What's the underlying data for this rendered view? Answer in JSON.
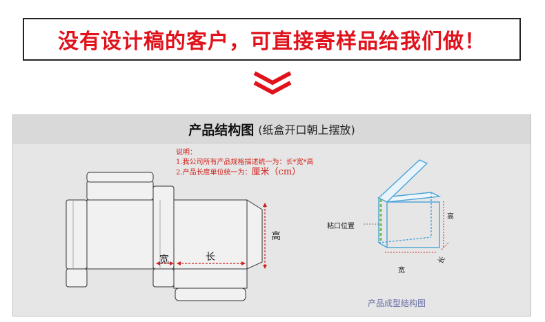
{
  "banner": {
    "text": "没有设计稿的客户，可直接寄样品给我们做！",
    "color": "#e0121c"
  },
  "panel": {
    "title": "产品结构图",
    "subtitle": "(纸盒开口朝上摆放)",
    "notes": {
      "heading": "说明：",
      "line1": "1.我公司所有产品规格描述统一为：长*宽*高",
      "line2_prefix": "2.产品长度单位统一为：",
      "line2_unit": "厘米（cm）"
    },
    "labels": {
      "width": "宽",
      "length": "长",
      "height": "高",
      "glue": "粘口位置",
      "box_height": "高",
      "box_length": "长",
      "box_width": "宽"
    },
    "caption": "产品成型结构图"
  },
  "colors": {
    "accent": "#e0121c",
    "dimension": "#cc2020",
    "box_outline": "#4aa3d8",
    "glue": "#6fbf5a"
  }
}
